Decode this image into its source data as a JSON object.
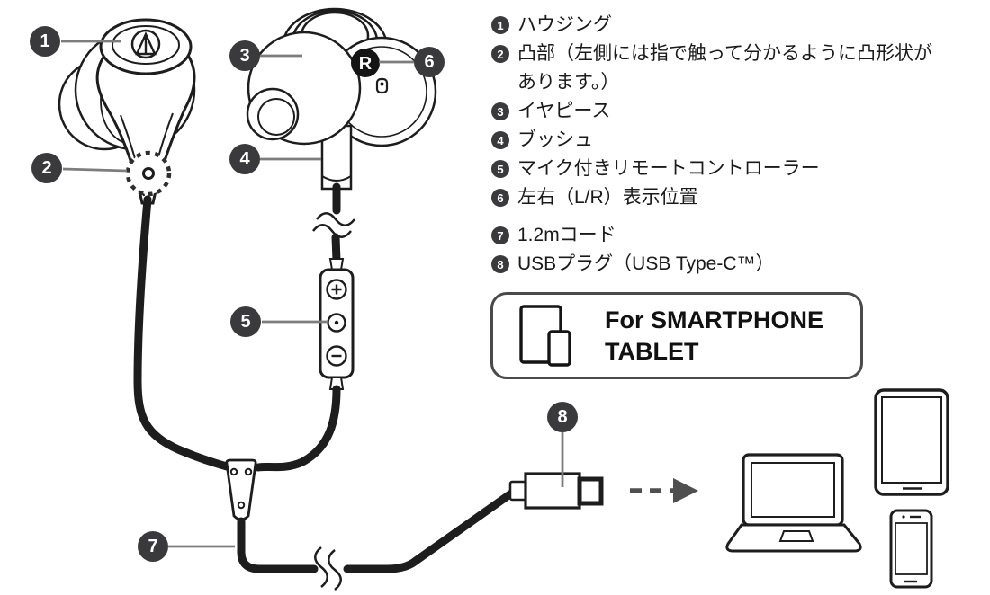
{
  "legend": {
    "items": [
      {
        "number": "1",
        "label": "ハウジング"
      },
      {
        "number": "2",
        "label": "凸部（左側には指で触って分かるように凸形状があります。）"
      },
      {
        "number": "3",
        "label": "イヤピース"
      },
      {
        "number": "4",
        "label": "ブッシュ"
      },
      {
        "number": "5",
        "label": "マイク付きリモートコントローラー"
      },
      {
        "number": "6",
        "label": "左右（L/R）表示位置"
      },
      {
        "number": "7",
        "label": "1.2mコード"
      },
      {
        "number": "8",
        "label": "USBプラグ（USB Type-C™）"
      }
    ]
  },
  "callouts": {
    "c1": "1",
    "c2": "2",
    "c3": "3",
    "c4": "4",
    "c5": "5",
    "c6": "6",
    "c7": "7",
    "c8": "8"
  },
  "markings": {
    "channel": "R"
  },
  "compat_box": {
    "line1": "For SMARTPHONE",
    "line2": "TABLET"
  },
  "colors": {
    "ink": "#1d1d1d",
    "badge_bg": "#3a3a3c",
    "leader_line": "#7d7d7d",
    "box_border": "#4a4a4a",
    "arrow": "#4f4f4f"
  }
}
